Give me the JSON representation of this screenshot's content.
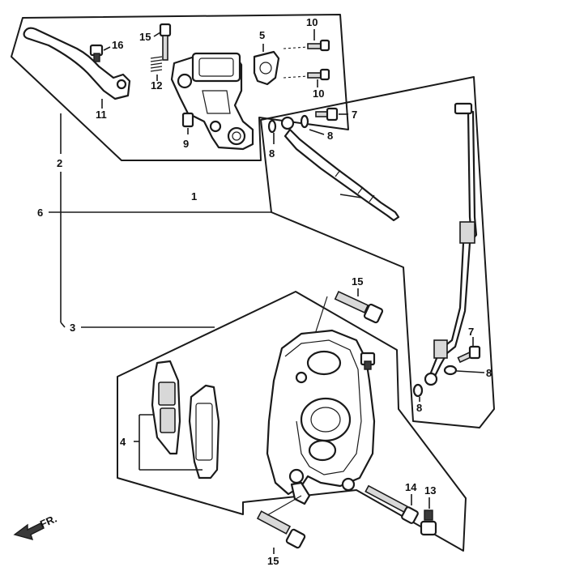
{
  "diagram": {
    "labels": {
      "l1": "1",
      "l2": "2",
      "l3": "3",
      "l4": "4",
      "l5": "5",
      "l6": "6",
      "l7a": "7",
      "l7b": "7",
      "l8a": "8",
      "l8b": "8",
      "l8c": "8",
      "l8d": "8",
      "l9": "9",
      "l10a": "10",
      "l10b": "10",
      "l11": "11",
      "l12": "12",
      "l13": "13",
      "l14": "14",
      "l15a": "15",
      "l15b": "15",
      "l15c": "15",
      "l16": "16"
    },
    "front_indicator": "FR."
  }
}
